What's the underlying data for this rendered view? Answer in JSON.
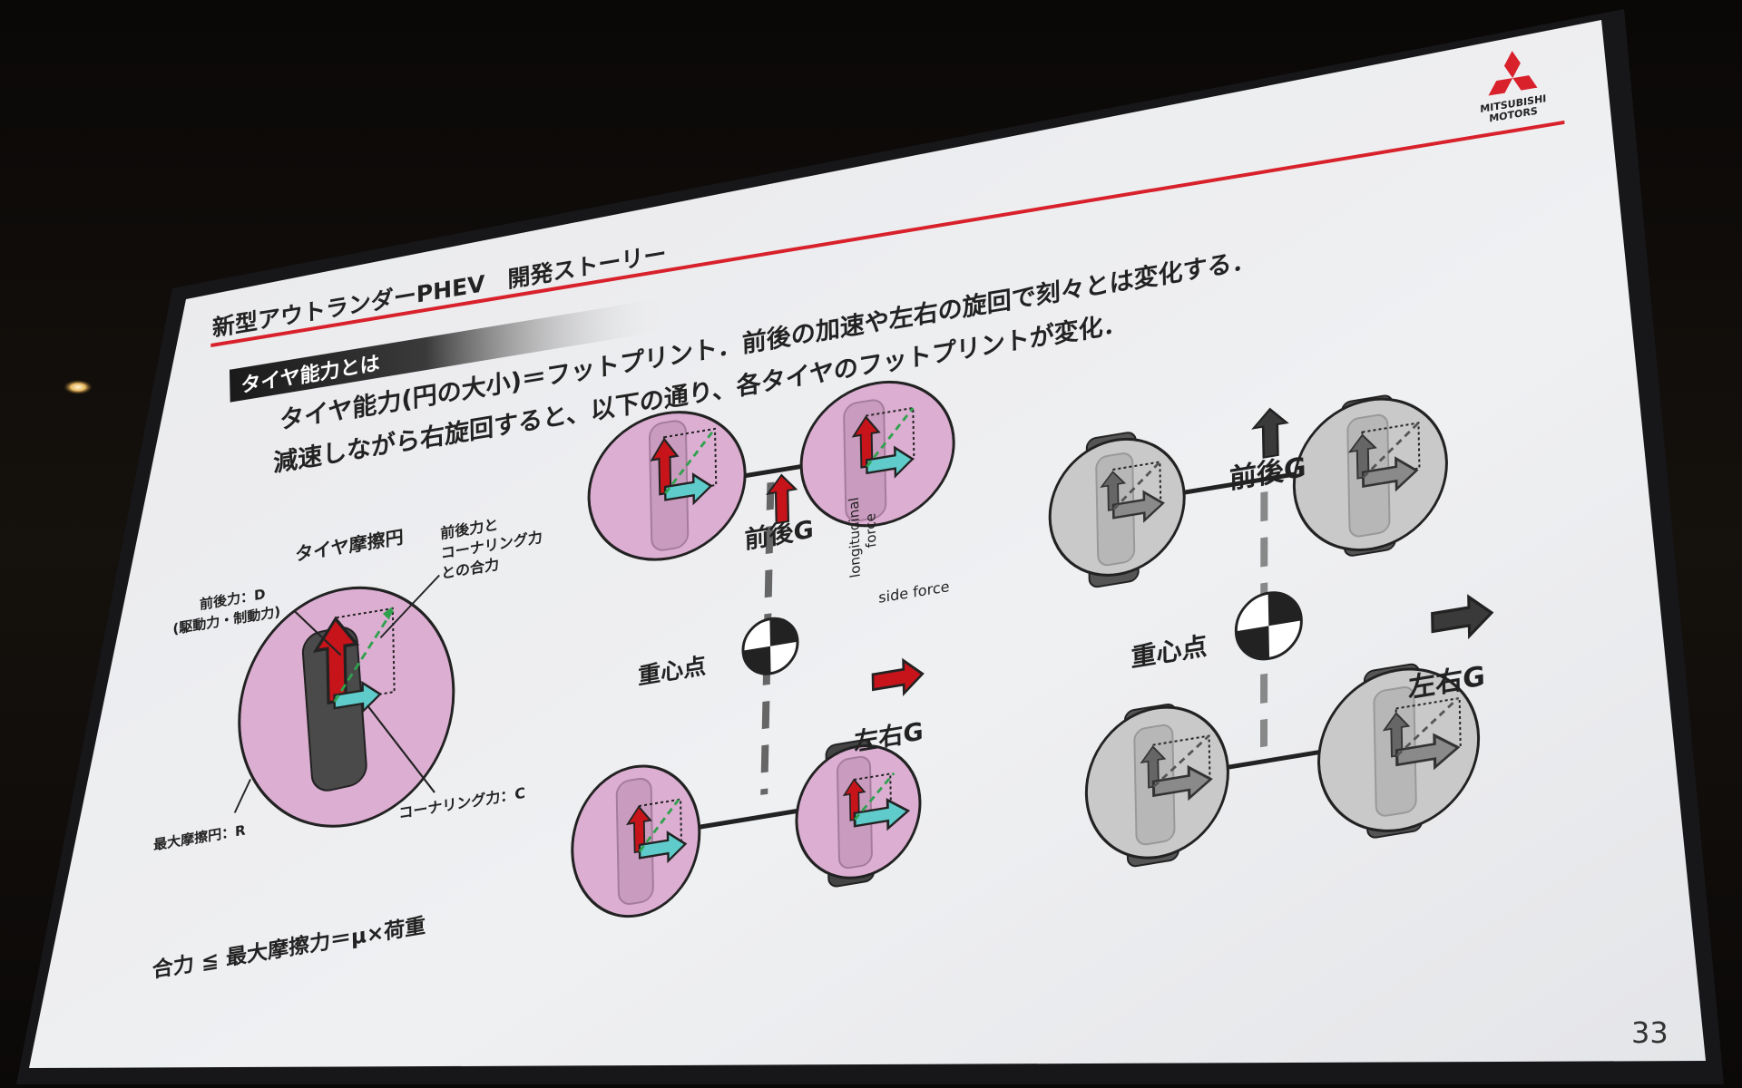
{
  "slide": {
    "title": "新型アウトランダーPHEV　開発ストーリー",
    "brand": {
      "line1": "MITSUBISHI",
      "line2": "MOTORS"
    },
    "section_label": "タイヤ能力とは",
    "line1": "タイヤ能力(円の大小)＝フットプリント．前後の加速や左右の旋回で刻々とは変化する．",
    "line2": "減速しながら右旋回すると、以下の通り、各タイヤのフットプリントが変化．",
    "page_number": "33",
    "friction_diagram": {
      "heading": "タイヤ摩擦円",
      "label_longitudinal_1": "前後力：D",
      "label_longitudinal_2": "(駆動力・制動力)",
      "label_resultant_1": "前後力と",
      "label_resultant_2": "コーナリング力",
      "label_resultant_3": "との合力",
      "label_max_circle": "最大摩擦円：R",
      "label_cornering": "コーナリング力：C",
      "formula": "合力 ≦ 最大摩擦力＝μ×荷重"
    },
    "car_diagram_active": {
      "label_longitudinal_g": "前後G",
      "label_lateral_g": "左右G",
      "label_cog": "重心点",
      "label_longitudinal_force_1": "longitudinal",
      "label_longitudinal_force_2": "force",
      "label_side_force": "side force"
    },
    "car_diagram_inactive": {
      "label_longitudinal_g": "前後G",
      "label_lateral_g": "左右G",
      "label_cog": "重心点"
    },
    "colors": {
      "accent_red": "#d8212b",
      "circle_pink": "#dcaed2",
      "circle_grey": "#c9c9c9",
      "arrow_red": "#c6141a",
      "arrow_cyan": "#5fcbcb",
      "screen_white": "#ecedf0"
    }
  }
}
